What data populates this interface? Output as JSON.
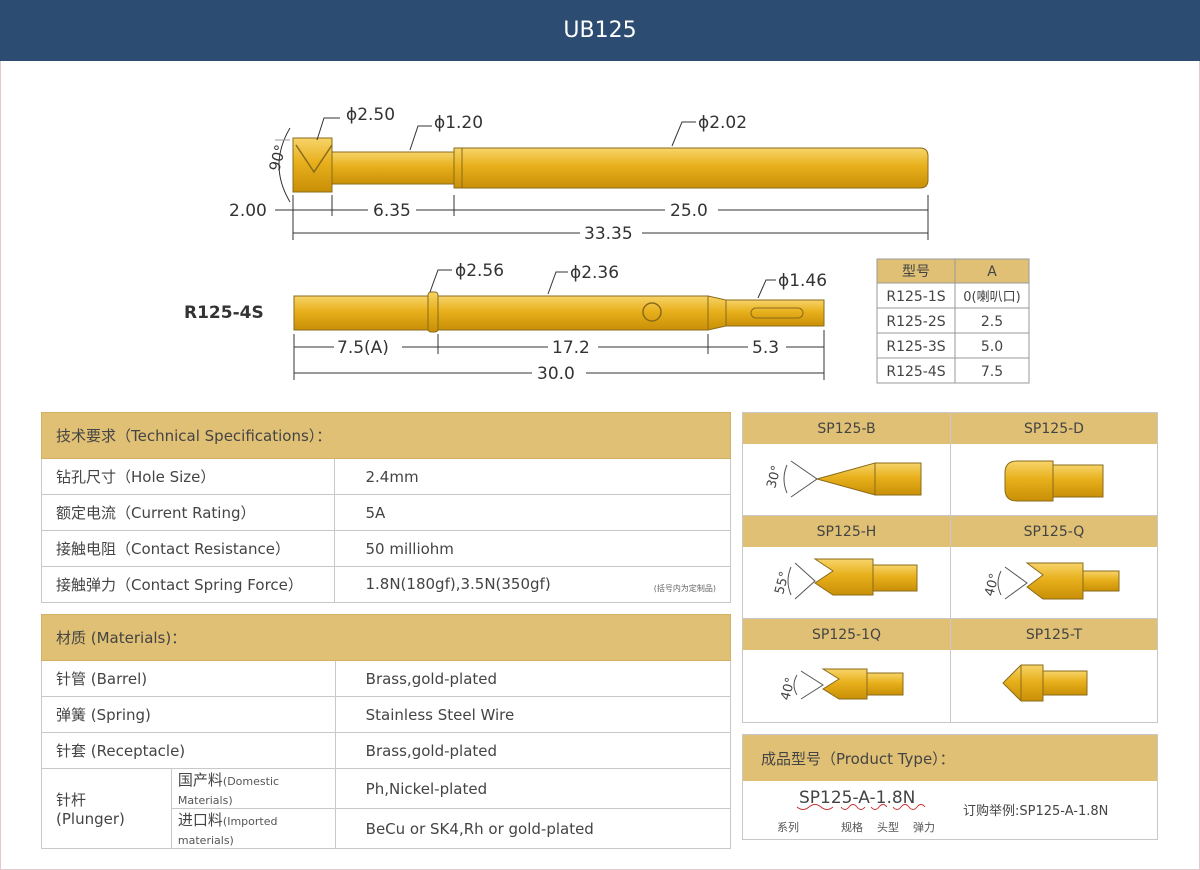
{
  "header": {
    "title": "UB125"
  },
  "drawing1": {
    "diameters": [
      "ϕ2.50",
      "ϕ1.20",
      "ϕ2.02"
    ],
    "angle": "90°",
    "dims": [
      "2.00",
      "6.35",
      "25.0",
      "33.35"
    ]
  },
  "drawing2": {
    "label": "R125-4S",
    "diameters": [
      "ϕ2.56",
      "ϕ2.36",
      "ϕ1.46"
    ],
    "dims": [
      "7.5(A)",
      "17.2",
      "5.3",
      "30.0"
    ]
  },
  "model_table": {
    "headers": [
      "型号",
      "A"
    ],
    "rows": [
      [
        "R125-1S",
        "0(喇叭口)"
      ],
      [
        "R125-2S",
        "2.5"
      ],
      [
        "R125-3S",
        "5.0"
      ],
      [
        "R125-4S",
        "7.5"
      ]
    ]
  },
  "tech": {
    "title": "技术要求（Technical Specifications）：",
    "rows": [
      [
        "钻孔尺寸（Hole Size）",
        "2.4mm"
      ],
      [
        "额定电流（Current Rating）",
        "5A"
      ],
      [
        "接触电阻（Contact Resistance）",
        "50 milliohm"
      ],
      [
        "接触弹力（Contact Spring Force）",
        "1.8N(180gf),3.5N(350gf)"
      ]
    ],
    "note": "(括号内为定制品)"
  },
  "materials": {
    "title": "材质 (Materials)：",
    "rows": [
      [
        "针管 (Barrel)",
        "Brass,gold-plated"
      ],
      [
        "弹簧 (Spring)",
        "Stainless Steel Wire"
      ],
      [
        "针套 (Receptacle)",
        "Brass,gold-plated"
      ]
    ],
    "plunger": {
      "label": "针杆 (Plunger)",
      "sub": [
        [
          "国产料",
          "(Domestic Materials)",
          "Ph,Nickel-plated"
        ],
        [
          "进口料",
          "(Imported materials)",
          "BeCu or SK4,Rh or gold-plated"
        ]
      ]
    }
  },
  "tips": [
    {
      "name": "SP125-B",
      "angle": "30°"
    },
    {
      "name": "SP125-D",
      "angle": ""
    },
    {
      "name": "SP125-H",
      "angle": "55°"
    },
    {
      "name": "SP125-Q",
      "angle": "40°"
    },
    {
      "name": "SP125-1Q",
      "angle": "40°"
    },
    {
      "name": "SP125-T",
      "angle": ""
    }
  ],
  "product_type": {
    "title": "成品型号（Product Type）：",
    "code": "SP125-A-1.8N",
    "parts": [
      "系列",
      "规格",
      "头型",
      "弹力"
    ],
    "example": "订购举例:SP125-A-1.8N"
  },
  "colors": {
    "header": "#2c4c72",
    "gold": "#e3a90d",
    "table_head": "#e0c075"
  }
}
